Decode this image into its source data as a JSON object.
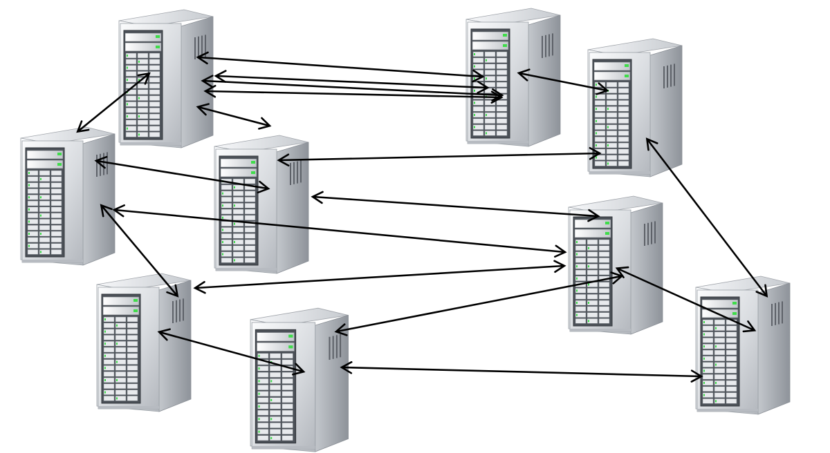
{
  "diagram": {
    "nodes": [
      {
        "id": "server-1",
        "icon": "server-tower-icon"
      },
      {
        "id": "server-2",
        "icon": "server-tower-icon"
      },
      {
        "id": "server-3",
        "icon": "server-tower-icon"
      },
      {
        "id": "server-4",
        "icon": "server-tower-icon"
      },
      {
        "id": "server-5",
        "icon": "server-tower-icon"
      },
      {
        "id": "server-6",
        "icon": "server-tower-icon"
      },
      {
        "id": "server-7",
        "icon": "server-tower-icon"
      },
      {
        "id": "server-8",
        "icon": "server-tower-icon"
      },
      {
        "id": "server-9",
        "icon": "server-tower-icon"
      }
    ],
    "connections": [
      {
        "from": "server-1",
        "to": "server-2",
        "direction": "both"
      },
      {
        "from": "server-1",
        "to": "server-2",
        "direction": "both"
      },
      {
        "from": "server-1",
        "to": "server-3",
        "direction": "both"
      },
      {
        "from": "server-1",
        "to": "server-5",
        "direction": "both"
      },
      {
        "from": "server-1",
        "to": "server-4",
        "direction": "both"
      },
      {
        "from": "server-2",
        "to": "server-3",
        "direction": "both"
      },
      {
        "from": "server-4",
        "to": "server-5",
        "direction": "both"
      },
      {
        "from": "server-5",
        "to": "server-3",
        "direction": "both"
      },
      {
        "from": "server-5",
        "to": "server-6",
        "direction": "both"
      },
      {
        "from": "server-4",
        "to": "server-6",
        "direction": "both"
      },
      {
        "from": "server-4",
        "to": "server-7",
        "direction": "both"
      },
      {
        "from": "server-7",
        "to": "server-6",
        "direction": "both"
      },
      {
        "from": "server-7",
        "to": "server-8",
        "direction": "both"
      },
      {
        "from": "server-8",
        "to": "server-6",
        "direction": "both"
      },
      {
        "from": "server-6",
        "to": "server-9",
        "direction": "both"
      },
      {
        "from": "server-8",
        "to": "server-9",
        "direction": "both"
      },
      {
        "from": "server-3",
        "to": "server-9",
        "direction": "both"
      }
    ],
    "colors": {
      "background": "#ffffff",
      "arrow": "#000000",
      "chassis_light": "#f4f5f7",
      "chassis_mid": "#c9ccd1",
      "chassis_dark": "#8e939a",
      "led_green": "#3fdc4a"
    }
  }
}
